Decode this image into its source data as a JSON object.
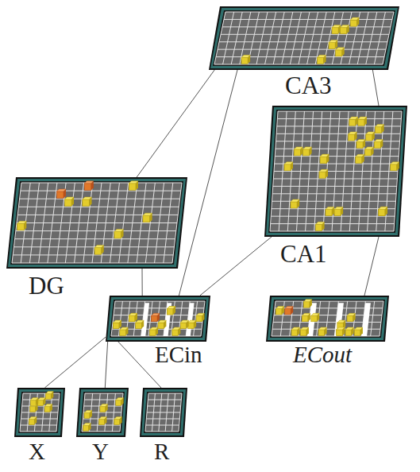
{
  "diagram": {
    "nodes": [
      {
        "text": [
          "CA3"
        ]
      },
      {
        "text": [
          "CA1"
        ]
      },
      {
        "text": [
          "DG"
        ]
      },
      {
        "text": [
          "ECin"
        ]
      },
      {
        "text": [
          "ECout"
        ]
      },
      {
        "text": [
          "X"
        ]
      },
      {
        "text": [
          "Y"
        ]
      },
      {
        "text": [
          "R"
        ]
      }
    ],
    "edges": [
      {
        "from": 0,
        "to": 2,
        "arrow": "none"
      },
      {
        "from": 0,
        "to": 1,
        "arrow": "none"
      },
      {
        "from": 0,
        "to": 3,
        "arrow": "none"
      },
      {
        "from": 2,
        "to": 3,
        "arrow": "none"
      },
      {
        "from": 1,
        "to": 3,
        "arrow": "none"
      },
      {
        "from": 1,
        "to": 4,
        "arrow": "none"
      },
      {
        "from": 3,
        "to": 5,
        "arrow": "none"
      },
      {
        "from": 3,
        "to": 6,
        "arrow": "none"
      },
      {
        "from": 3,
        "to": 7,
        "arrow": "none"
      }
    ]
  }
}
